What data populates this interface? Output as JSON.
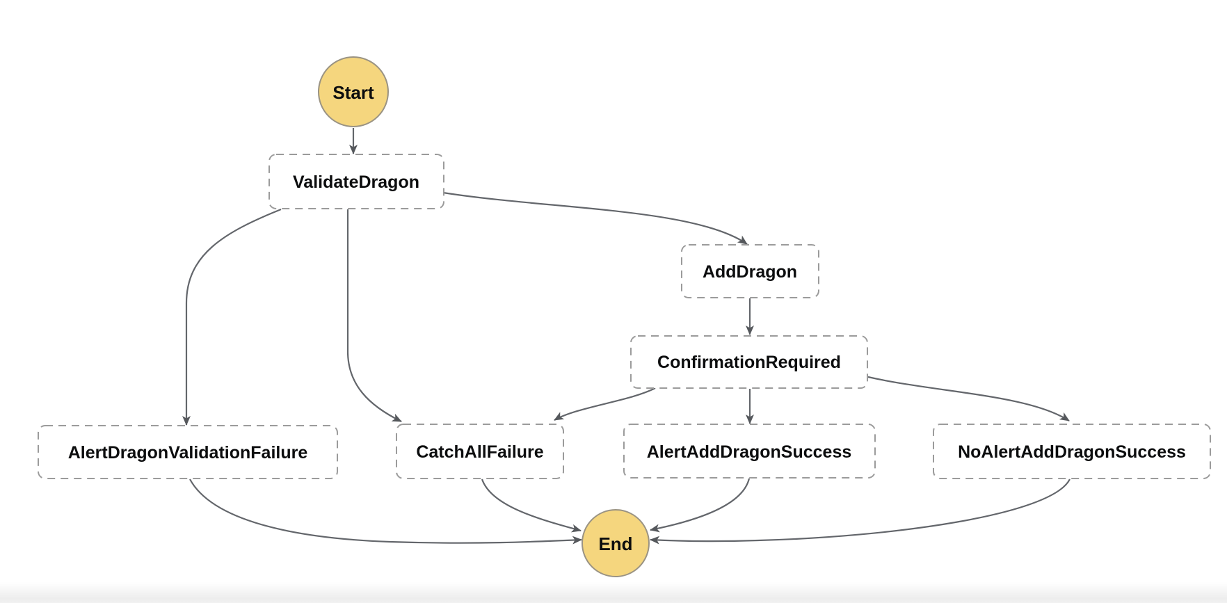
{
  "diagram": {
    "title": "State machine workflow graph",
    "nodes": [
      {
        "id": "start",
        "label": "Start",
        "type": "terminal-circle"
      },
      {
        "id": "validate-dragon",
        "label": "ValidateDragon",
        "type": "state"
      },
      {
        "id": "add-dragon",
        "label": "AddDragon",
        "type": "state"
      },
      {
        "id": "confirmation-required",
        "label": "ConfirmationRequired",
        "type": "state"
      },
      {
        "id": "alert-dragon-validation-failure",
        "label": "AlertDragonValidationFailure",
        "type": "state"
      },
      {
        "id": "catch-all-failure",
        "label": "CatchAllFailure",
        "type": "state"
      },
      {
        "id": "alert-add-dragon-success",
        "label": "AlertAddDragonSuccess",
        "type": "state"
      },
      {
        "id": "no-alert-add-dragon-success",
        "label": "NoAlertAddDragonSuccess",
        "type": "state"
      },
      {
        "id": "end",
        "label": "End",
        "type": "terminal-circle"
      }
    ],
    "edges": [
      {
        "from": "Start",
        "to": "ValidateDragon"
      },
      {
        "from": "ValidateDragon",
        "to": "AlertDragonValidationFailure"
      },
      {
        "from": "ValidateDragon",
        "to": "CatchAllFailure"
      },
      {
        "from": "ValidateDragon",
        "to": "AddDragon"
      },
      {
        "from": "AddDragon",
        "to": "ConfirmationRequired"
      },
      {
        "from": "ConfirmationRequired",
        "to": "CatchAllFailure"
      },
      {
        "from": "ConfirmationRequired",
        "to": "AlertAddDragonSuccess"
      },
      {
        "from": "ConfirmationRequired",
        "to": "NoAlertAddDragonSuccess"
      },
      {
        "from": "AlertDragonValidationFailure",
        "to": "End"
      },
      {
        "from": "CatchAllFailure",
        "to": "End"
      },
      {
        "from": "AlertAddDragonSuccess",
        "to": "End"
      },
      {
        "from": "NoAlertAddDragonSuccess",
        "to": "End"
      }
    ],
    "colors": {
      "terminal_fill": "#f5d67e",
      "terminal_border": "#9a9383",
      "state_fill": "#ffffff",
      "state_border": "#9b9b9b",
      "edge": "#63666b",
      "arrow": "#55585c",
      "label": "#0c0d0e"
    }
  }
}
